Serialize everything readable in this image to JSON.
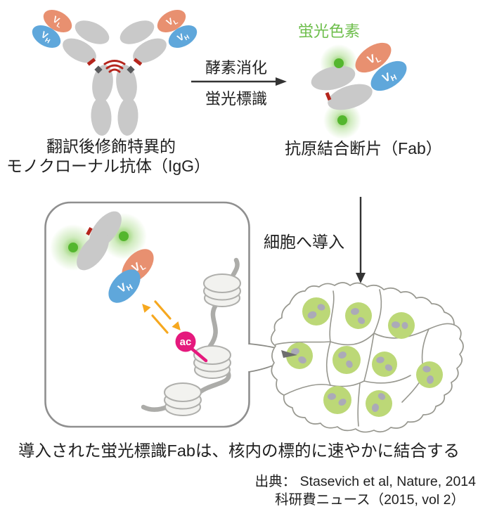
{
  "colors": {
    "vl": "#E89070",
    "vh": "#5FA7DB",
    "domain": "#C9C9C9",
    "bond": "#B5251C",
    "linker": "#58595B",
    "dye": "#54B62E",
    "dye_text": "#6DBE4B",
    "ac": "#E5197D",
    "equilibrium": "#F6A81F",
    "nucleosome_fill": "#F2F2EF",
    "nucleosome_stroke": "#AFAFAC",
    "dna": "#ACACA9",
    "cell_stroke": "#97978F",
    "nucleus": "#BCD877",
    "nucleolus": "#ABAAB8",
    "box_stroke": "#8F8F8F",
    "arrow": "#333333",
    "text": "#1F1F1F"
  },
  "domain_labels": {
    "vl": "V",
    "vl_sub": "L",
    "vh": "V",
    "vh_sub": "H"
  },
  "igg": {
    "caption_line1": "翻訳後修飾特異的",
    "caption_line2": "モノクローナル抗体（IgG）"
  },
  "reaction": {
    "step1": "酵素消化",
    "step2": "蛍光標識"
  },
  "fab": {
    "dye_label": "蛍光色素",
    "caption": "抗原結合断片（Fab）"
  },
  "binding_panel": {
    "ac_label": "ac"
  },
  "cells": {
    "intro_label": "細胞へ導入"
  },
  "caption": "導入された蛍光標識Fabは、核内の標的に速やかに結合する",
  "citation": {
    "line1": "出典： Stasevich et al, Nature, 2014",
    "line2": "科研費ニュース（2015, vol 2）"
  }
}
